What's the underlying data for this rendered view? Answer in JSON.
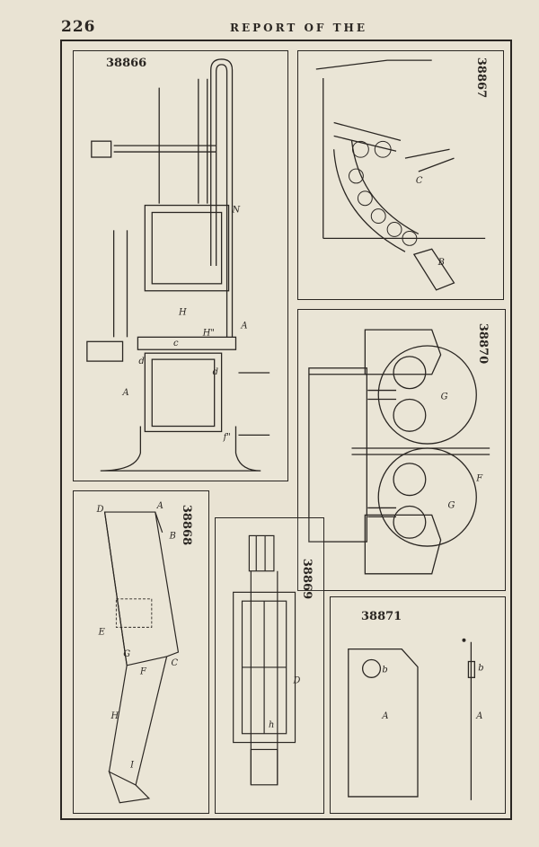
{
  "header": {
    "page_number": "226",
    "running_head": "REPORT OF THE"
  },
  "figures": [
    {
      "id": "38866",
      "labels": [
        "N",
        "H",
        "A",
        "H\"",
        "c",
        "d",
        "d",
        "A",
        "f\""
      ]
    },
    {
      "id": "38867",
      "labels": [
        "C",
        "B"
      ]
    },
    {
      "id": "38870",
      "labels": [
        "G",
        "G",
        "F"
      ]
    },
    {
      "id": "38868",
      "labels": [
        "D",
        "A",
        "B",
        "E",
        "G",
        "F",
        "C",
        "H",
        "I"
      ]
    },
    {
      "id": "38869",
      "labels": [
        "D",
        "h"
      ]
    },
    {
      "id": "38871",
      "labels": [
        "b",
        "A",
        "b",
        "A"
      ]
    }
  ],
  "colors": {
    "paper": "#e9e3d3",
    "ink": "#2a2622"
  }
}
